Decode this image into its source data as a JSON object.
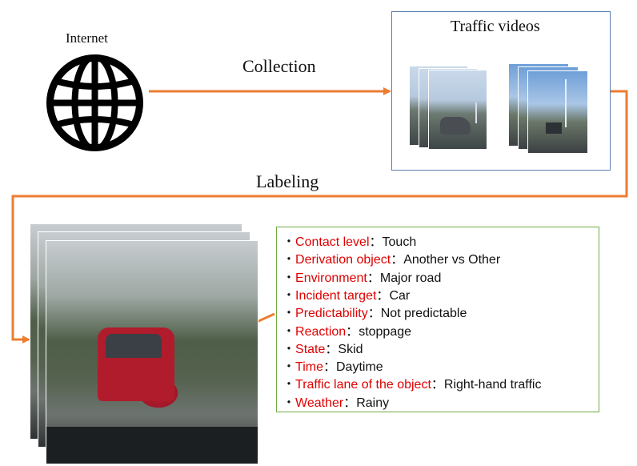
{
  "internet": {
    "label": "Internet",
    "icon": "globe-icon"
  },
  "edges": {
    "collection_label": "Collection",
    "labeling_label": "Labeling"
  },
  "videos": {
    "title": "Traffic videos"
  },
  "labels": {
    "bullet": "・",
    "separator": "：",
    "items": [
      {
        "name": "Contact level",
        "value": "Touch"
      },
      {
        "name": "Derivation object",
        "value": "Another vs Other"
      },
      {
        "name": "Environment",
        "value": "Major road"
      },
      {
        "name": "Incident target",
        "value": "Car"
      },
      {
        "name": "Predictability",
        "value": "Not predictable"
      },
      {
        "name": "Reaction",
        "value": "stoppage"
      },
      {
        "name": "State",
        "value": "Skid"
      },
      {
        "name": "Time",
        "value": "Daytime"
      },
      {
        "name": "Traffic lane of the object",
        "value": "Right-hand traffic"
      },
      {
        "name": "Weather",
        "value": "Rainy"
      }
    ]
  },
  "colors": {
    "arrow": "#ed7d31",
    "attribute_name": "#e00000",
    "video_box_border": "#5b7fb0",
    "label_box_border": "#70ad47"
  }
}
